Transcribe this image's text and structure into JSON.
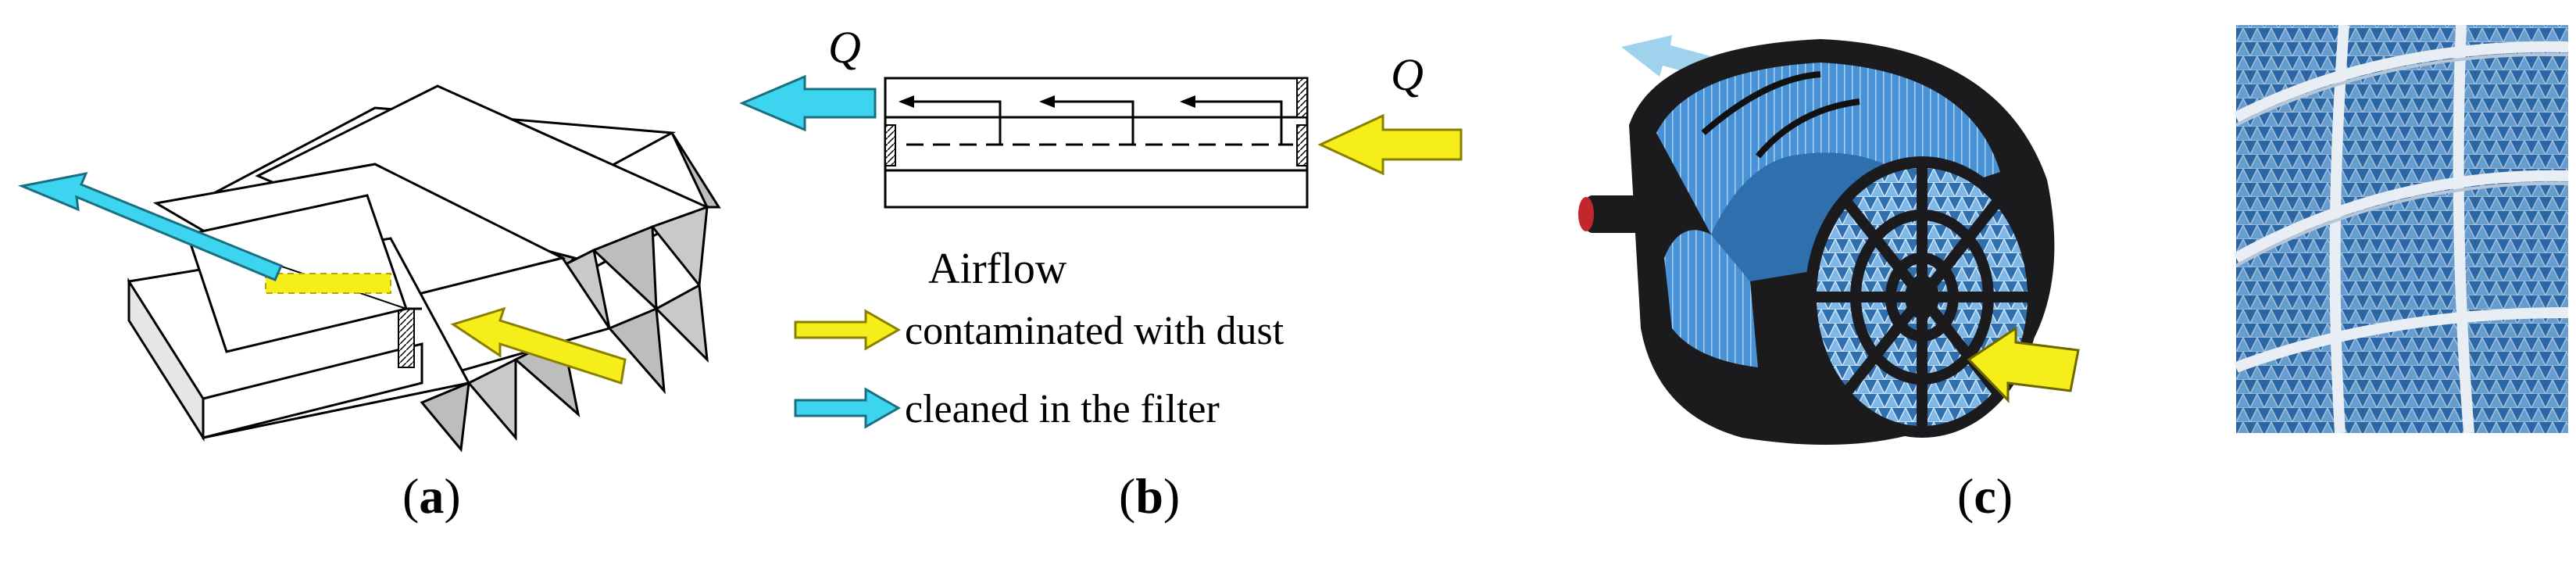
{
  "panel_b": {
    "q_left": "Q",
    "q_right": "Q",
    "legend_title": "Airflow",
    "legend_contaminated": "contaminated with dust",
    "legend_cleaned": "cleaned in the filter"
  },
  "captions": {
    "a": "a",
    "b": "b",
    "c": "c"
  },
  "colors": {
    "clean_air": "#3cd4ee",
    "dirty_air": "#f5ee1a",
    "filter_blue": "#3f86c4",
    "housing": "#1b1b1d"
  }
}
